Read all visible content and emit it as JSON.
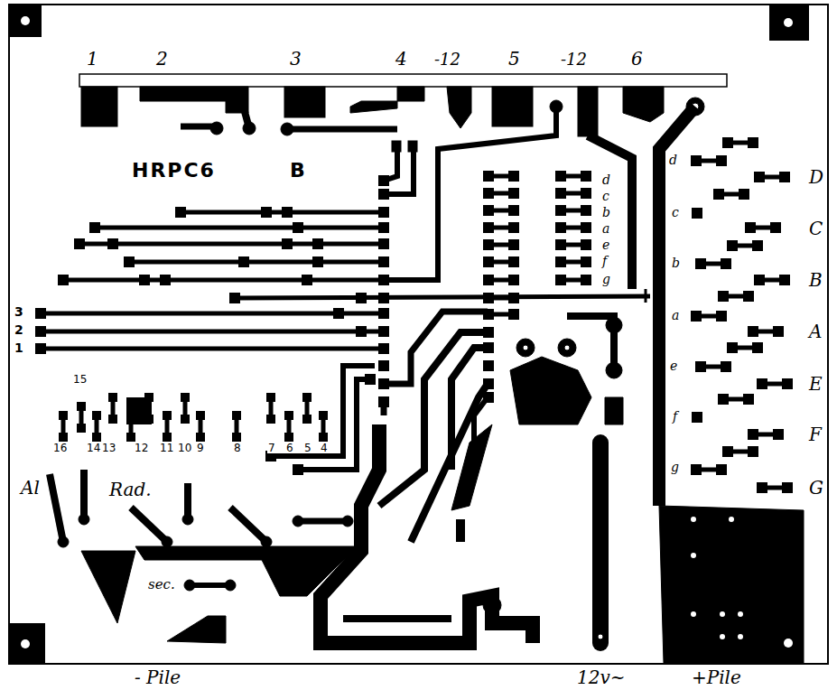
{
  "diagram": {
    "labels": [
      "1",
      "2",
      "3",
      "4",
      "-12",
      "5",
      "-12",
      "6",
      "HRPC6",
      "B",
      "d",
      "c",
      "b",
      "a",
      "e",
      "f",
      "g",
      "d",
      "D",
      "c",
      "C",
      "b",
      "B",
      "a",
      "A",
      "e",
      "E",
      "f",
      "F",
      "g",
      "G",
      "3",
      "2",
      "1",
      "15",
      "16",
      "14",
      "13",
      "12",
      "11",
      "10",
      "9",
      "8",
      "7",
      "6",
      "5",
      "4",
      "Al",
      "Rad.",
      "sec.",
      "- Pile",
      "12v~",
      "+Pile"
    ]
  }
}
